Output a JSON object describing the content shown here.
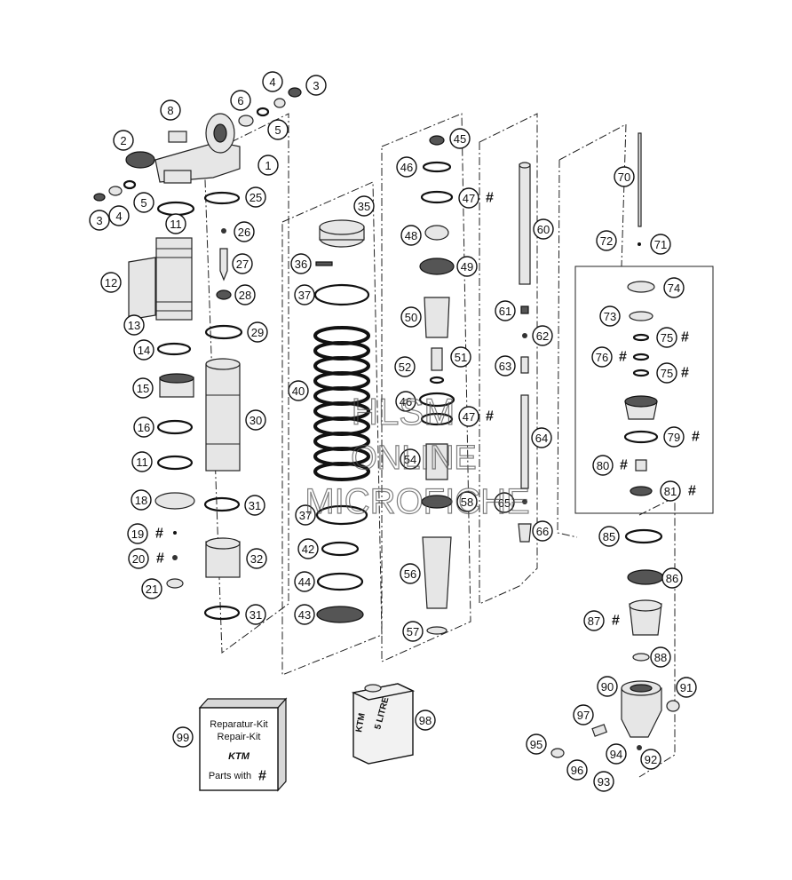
{
  "diagram": {
    "callouts": [
      {
        "n": "1"
      },
      {
        "n": "2"
      },
      {
        "n": "3"
      },
      {
        "n": "3"
      },
      {
        "n": "4"
      },
      {
        "n": "4"
      },
      {
        "n": "5"
      },
      {
        "n": "5"
      },
      {
        "n": "6"
      },
      {
        "n": "8"
      },
      {
        "n": "11"
      },
      {
        "n": "11"
      },
      {
        "n": "12"
      },
      {
        "n": "13"
      },
      {
        "n": "14"
      },
      {
        "n": "15"
      },
      {
        "n": "16"
      },
      {
        "n": "18"
      },
      {
        "n": "19"
      },
      {
        "n": "20"
      },
      {
        "n": "21"
      },
      {
        "n": "25"
      },
      {
        "n": "26"
      },
      {
        "n": "27"
      },
      {
        "n": "28"
      },
      {
        "n": "29"
      },
      {
        "n": "30"
      },
      {
        "n": "31"
      },
      {
        "n": "31"
      },
      {
        "n": "32"
      },
      {
        "n": "35"
      },
      {
        "n": "36"
      },
      {
        "n": "37"
      },
      {
        "n": "37"
      },
      {
        "n": "40"
      },
      {
        "n": "42"
      },
      {
        "n": "43"
      },
      {
        "n": "44"
      },
      {
        "n": "45"
      },
      {
        "n": "46"
      },
      {
        "n": "46"
      },
      {
        "n": "47"
      },
      {
        "n": "47"
      },
      {
        "n": "48"
      },
      {
        "n": "49"
      },
      {
        "n": "50"
      },
      {
        "n": "51"
      },
      {
        "n": "52"
      },
      {
        "n": "54"
      },
      {
        "n": "56"
      },
      {
        "n": "57"
      },
      {
        "n": "58"
      },
      {
        "n": "60"
      },
      {
        "n": "61"
      },
      {
        "n": "62"
      },
      {
        "n": "63"
      },
      {
        "n": "64"
      },
      {
        "n": "65"
      },
      {
        "n": "66"
      },
      {
        "n": "70"
      },
      {
        "n": "71"
      },
      {
        "n": "72"
      },
      {
        "n": "73"
      },
      {
        "n": "74"
      },
      {
        "n": "75"
      },
      {
        "n": "75"
      },
      {
        "n": "76"
      },
      {
        "n": "79"
      },
      {
        "n": "80"
      },
      {
        "n": "81"
      },
      {
        "n": "85"
      },
      {
        "n": "86"
      },
      {
        "n": "87"
      },
      {
        "n": "88"
      },
      {
        "n": "90"
      },
      {
        "n": "91"
      },
      {
        "n": "92"
      },
      {
        "n": "93"
      },
      {
        "n": "94"
      },
      {
        "n": "95"
      },
      {
        "n": "96"
      },
      {
        "n": "97"
      },
      {
        "n": "98"
      },
      {
        "n": "99"
      }
    ],
    "hash_mark": "#",
    "kit": {
      "line1": "Reparatur-Kit",
      "line2": "Repair-Kit",
      "brand": "KTM",
      "line3": "Parts with"
    },
    "oil_can": {
      "label": "5 LITRE",
      "side_label": "KTM"
    },
    "watermark": {
      "line1": "HLSM",
      "line2": "ONLINE",
      "line3": "MICROFICHE"
    }
  }
}
